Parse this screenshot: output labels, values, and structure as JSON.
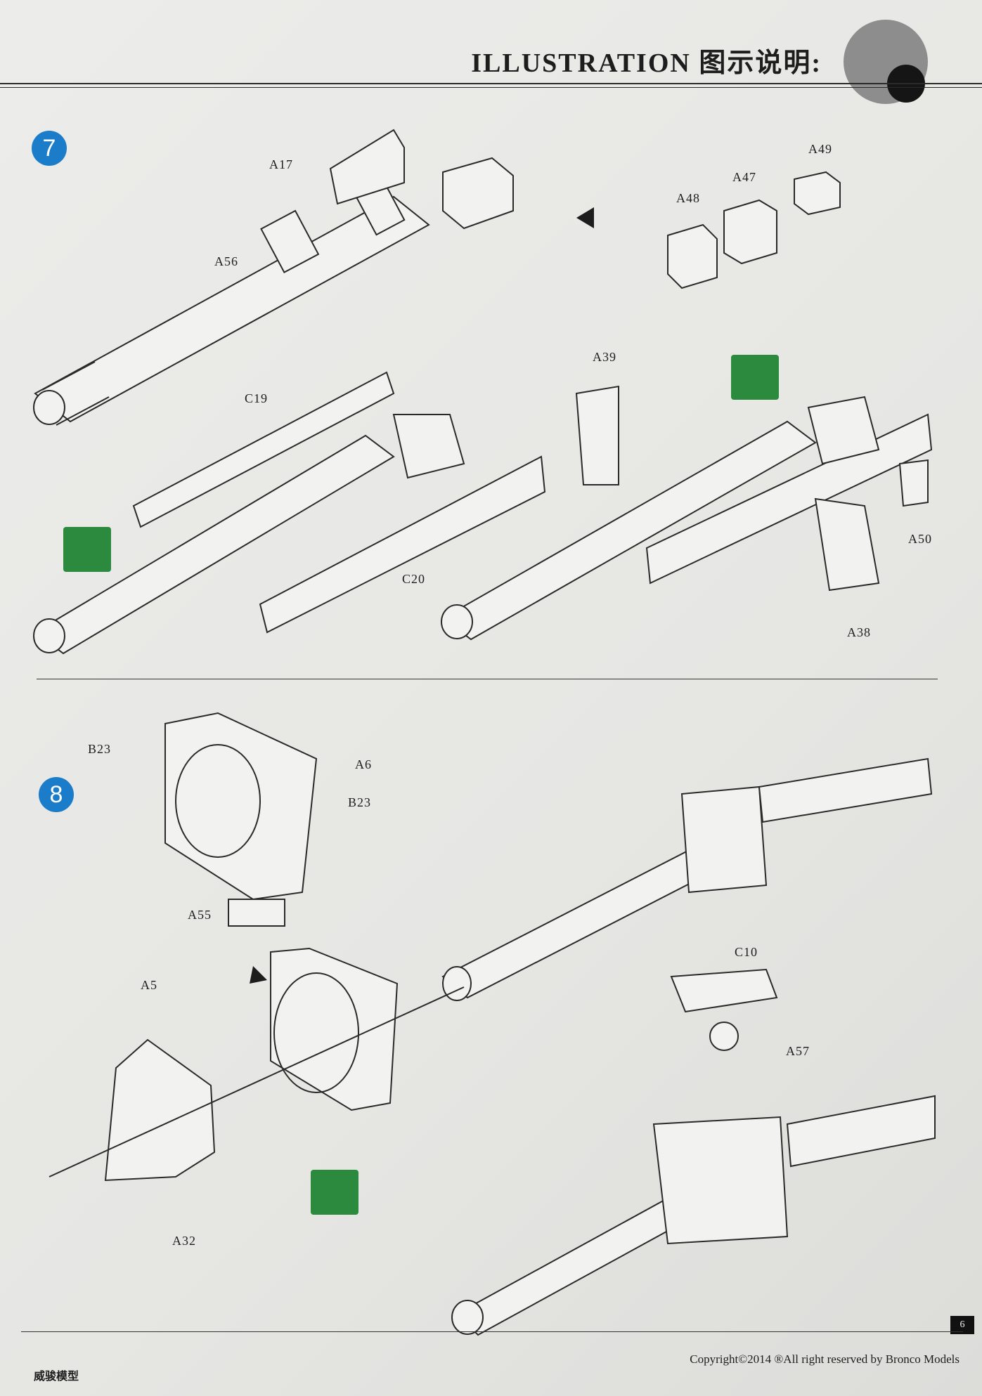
{
  "header": {
    "title": "ILLUSTRATION 图示说明:"
  },
  "steps": [
    {
      "number": "7"
    },
    {
      "number": "8"
    }
  ],
  "labels": {
    "A17": "A17",
    "A56": "A56",
    "A49": "A49",
    "A47": "A47",
    "A48": "A48",
    "C19": "C19",
    "A39": "A39",
    "C20": "C20",
    "A50": "A50",
    "A38": "A38",
    "B23": "B23",
    "A6": "A6",
    "B23b": "B23",
    "A55": "A55",
    "A5": "A5",
    "C10": "C10",
    "A57": "A57",
    "A32": "A32"
  },
  "icons": {
    "cut_sprue": "cut-sprue-icon",
    "arrow": "direction-arrow"
  },
  "colors": {
    "step_badge": "#1b7cc9",
    "cut_icon": "#2b8a3e"
  },
  "footer": {
    "page_number": "6",
    "copyright": "Copyright©2014 ®All right reserved by Bronco Models",
    "brand": "威骏模型"
  }
}
